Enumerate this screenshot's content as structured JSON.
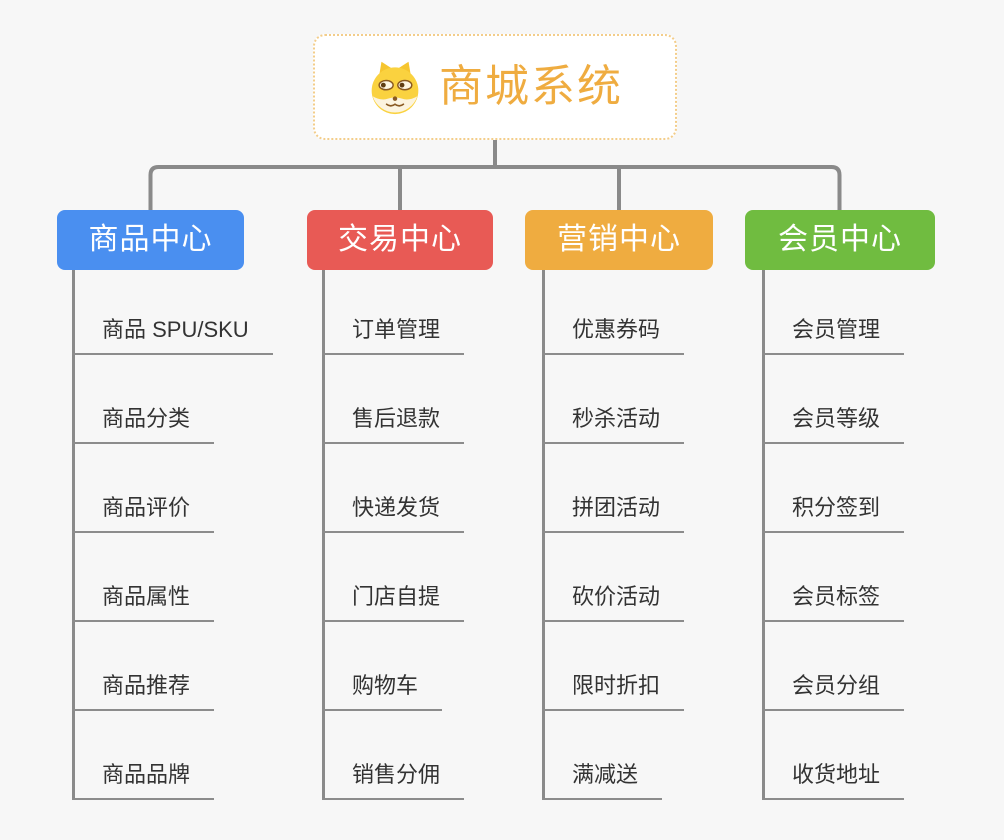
{
  "root": {
    "title": "商城系统",
    "icon": "dog-icon",
    "accent_color": "#efac40",
    "border_color": "#f3cd8a",
    "background_color": "#ffffff"
  },
  "branches": [
    {
      "label": "商品中心",
      "color": "#4a8ff0",
      "items": [
        "商品 SPU/SKU",
        "商品分类",
        "商品评价",
        "商品属性",
        "商品推荐",
        "商品品牌"
      ]
    },
    {
      "label": "交易中心",
      "color": "#e85a55",
      "items": [
        "订单管理",
        "售后退款",
        "快递发货",
        "门店自提",
        "购物车",
        "销售分佣"
      ]
    },
    {
      "label": "营销中心",
      "color": "#efac40",
      "items": [
        "优惠券码",
        "秒杀活动",
        "拼团活动",
        "砍价活动",
        "限时折扣",
        "满减送"
      ]
    },
    {
      "label": "会员中心",
      "color": "#70bc40",
      "items": [
        "会员管理",
        "会员等级",
        "积分签到",
        "会员标签",
        "会员分组",
        "收货地址"
      ]
    }
  ],
  "connector_color": "#8a8a8a",
  "canvas_background": "#f7f7f7",
  "leaf_text_color": "#333333"
}
